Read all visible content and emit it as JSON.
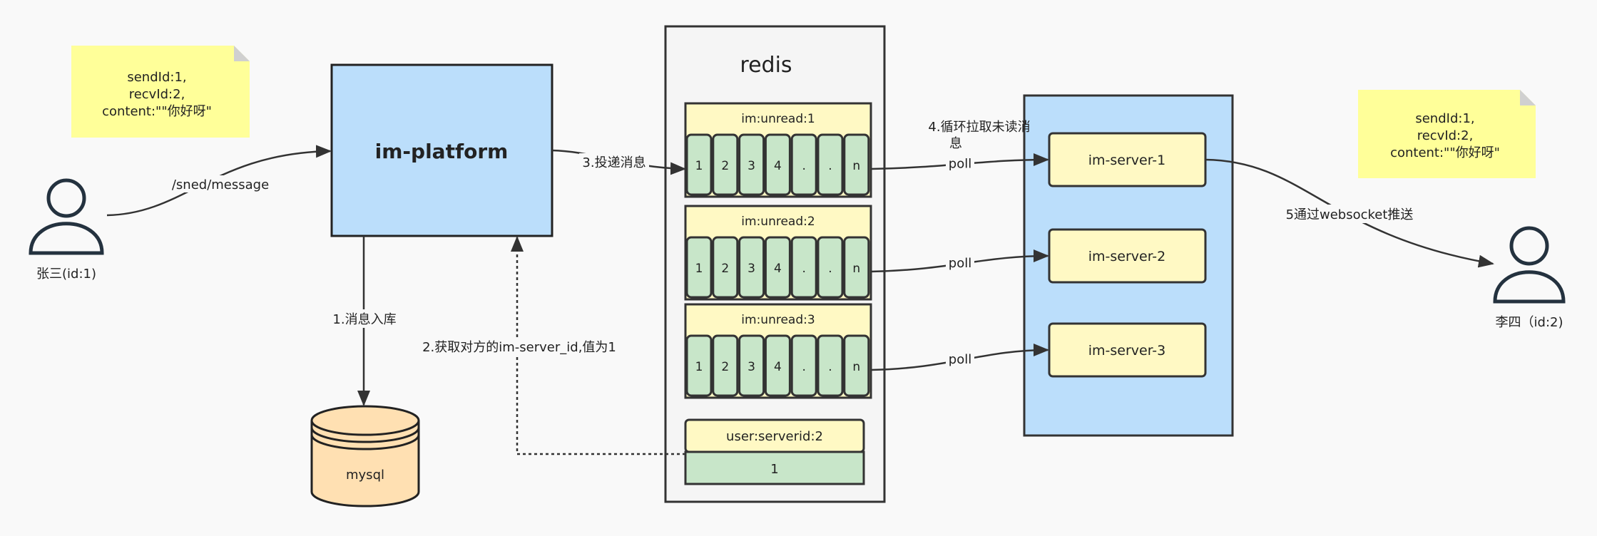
{
  "colors": {
    "background": "#f9f9f9",
    "blue_box": "#bbdefb",
    "note": "#ffff99",
    "yellow_cell": "#fff9c4",
    "green_cell": "#c8e6c9",
    "mysql": "#ffe0b2",
    "redis_bg": "#f5f5f5",
    "stroke": "#333333"
  },
  "note_left": {
    "lines": [
      "sendId:1,",
      "recvId:2,",
      "content:\"\"你好呀\""
    ]
  },
  "note_right": {
    "lines": [
      "sendId:1,",
      "recvId:2,",
      "content:\"\"你好呀\""
    ]
  },
  "user_left": {
    "label": "张三(id:1)",
    "icon": "user-icon"
  },
  "user_right": {
    "label": "李四（id:2)",
    "icon": "user-icon"
  },
  "platform": {
    "label": "im-platform"
  },
  "mysql": {
    "label": "mysql",
    "icon": "database-icon"
  },
  "redis": {
    "label": "redis",
    "queues": [
      {
        "key": "im:unread:1",
        "cells": [
          "1",
          "2",
          "3",
          "4",
          ".",
          ".",
          "n"
        ]
      },
      {
        "key": "im:unread:2",
        "cells": [
          "1",
          "2",
          "3",
          "4",
          ".",
          ".",
          "n"
        ]
      },
      {
        "key": "im:unread:3",
        "cells": [
          "1",
          "2",
          "3",
          "4",
          ".",
          ".",
          "n"
        ]
      }
    ],
    "server_map": {
      "key": "user:serverid:2",
      "value": "1"
    }
  },
  "servers": [
    "im-server-1",
    "im-server-2",
    "im-server-3"
  ],
  "edges": {
    "send": "/sned/message",
    "store": "1.消息入库",
    "lookup": "2.获取对方的im-server_id,值为1",
    "deliver": "3.投递消息",
    "pull_line1": "4.循环拉取未读消",
    "pull_line2": "息",
    "poll": [
      "poll",
      "poll",
      "poll"
    ],
    "push": "5通过websocket推送"
  }
}
